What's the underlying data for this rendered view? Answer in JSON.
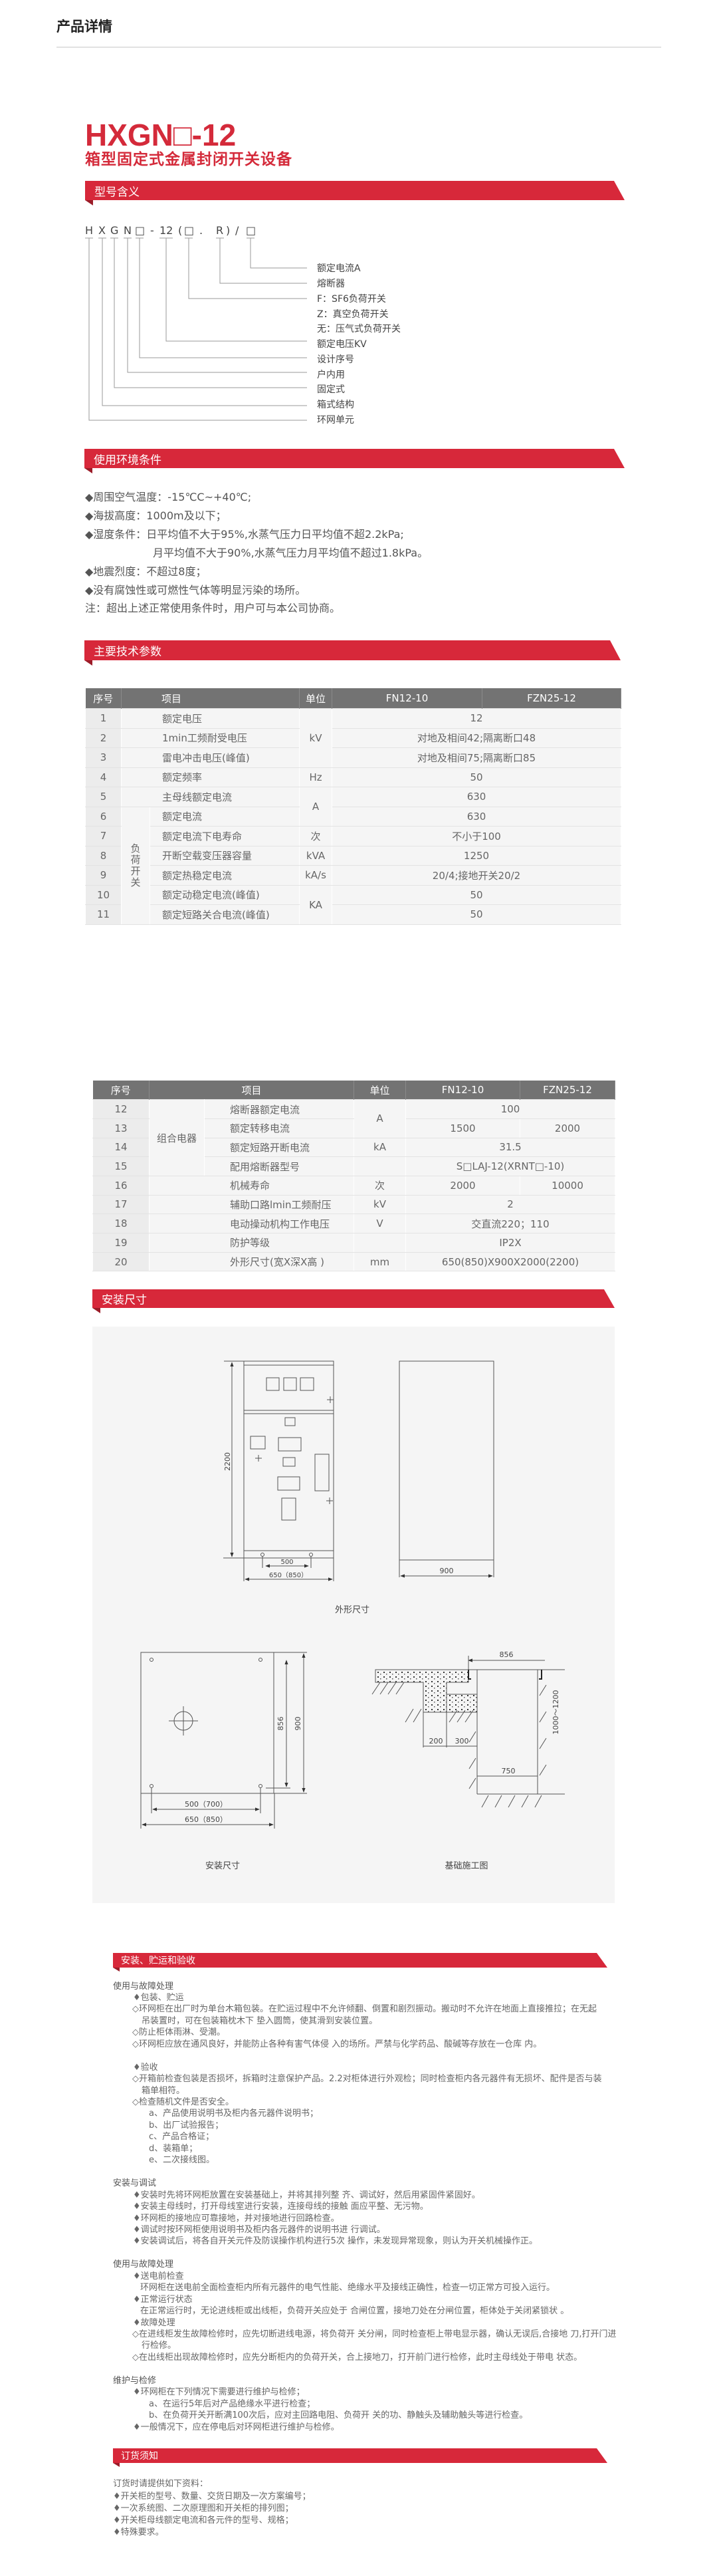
{
  "page_title": "产品详情",
  "product": {
    "model": "HXGN□-12",
    "name": "箱型固定式金属封闭开关设备"
  },
  "colors": {
    "accent": "#d7283a",
    "table_header": "#737373",
    "text": "#666666"
  },
  "sections": {
    "model_meaning": "型号含义",
    "env": "使用环境条件",
    "tech": "主要技术参数",
    "dims": "安装尺寸",
    "install": "安装、贮运和验收",
    "order": "订货须知"
  },
  "model_code": {
    "chars": [
      "H",
      "X",
      "G",
      "N",
      "□",
      "-",
      "12",
      "(",
      "□",
      ".",
      "R",
      ")",
      "/",
      "□"
    ],
    "labels": [
      "额定电流A",
      "熔断器",
      "F：SF6负荷开关",
      "Z：真空负荷开关",
      "无：压气式负荷开关",
      "额定电压KV",
      "设计序号",
      "户内用",
      "固定式",
      "箱式结构",
      "环网单元"
    ]
  },
  "env": {
    "lines": [
      "◆周围空气温度：-15℃C~+40℃;",
      "◆海拔高度：1000m及以下；",
      "◆湿度条件：日平均值不大于95%,水蒸气压力日平均值不超2.2kPa;",
      "月平均值不大于90%,水蒸气压力月平均值不超过1.8kPa。",
      "◆地震烈度：不超过8度；",
      "◆没有腐蚀性或可燃性气体等明显污染的场所。",
      "注：超出上述正常使用条件时，用户可与本公司协商。"
    ]
  },
  "table_headers": [
    "序号",
    "项目",
    "单位",
    "FN12-10",
    "FZN25-12"
  ],
  "table1": {
    "group": "负荷开关",
    "rows": [
      {
        "no": "1",
        "item": "额定电压",
        "unit": "kV",
        "value": "12"
      },
      {
        "no": "2",
        "item": "1min工频耐受电压",
        "value": "对地及相间42;隔离断口48"
      },
      {
        "no": "3",
        "item": "雷电冲击电压(峰值)",
        "value": "对地及相间75;隔离断口85"
      },
      {
        "no": "4",
        "item": "额定频率",
        "unit": "Hz",
        "value": "50"
      },
      {
        "no": "5",
        "item": "主母线额定电流",
        "unit": "A",
        "value": "630"
      },
      {
        "no": "6",
        "item": "额定电流",
        "value": "630"
      },
      {
        "no": "7",
        "item": "额定电流下电寿命",
        "unit": "次",
        "value": "不小于100"
      },
      {
        "no": "8",
        "item": "开断空载变压器容量",
        "unit": "kVA",
        "value": "1250"
      },
      {
        "no": "9",
        "item": "额定热稳定电流",
        "unit": "kA/s",
        "value": "20/4;接地开关20/2"
      },
      {
        "no": "10",
        "item": "额定动稳定电流(峰值)",
        "unit": "KA",
        "value": "50"
      },
      {
        "no": "11",
        "item": "额定短路关合电流(峰值)",
        "value": "50"
      }
    ]
  },
  "table2": {
    "group": "组合电器",
    "rows": [
      {
        "no": "12",
        "item": "熔断器额定电流",
        "unit": "A",
        "value": "100"
      },
      {
        "no": "13",
        "item": "额定转移电流",
        "fn": "1500",
        "fzn": "2000"
      },
      {
        "no": "14",
        "item": "额定短路开断电流",
        "unit": "kA",
        "value": "31.5"
      },
      {
        "no": "15",
        "item": "配用熔断器型号",
        "unit": "",
        "value": "S□LAJ-12(XRNT□-10)"
      },
      {
        "no": "16",
        "item": "机械寿命",
        "unit": "次",
        "fn": "2000",
        "fzn": "10000"
      },
      {
        "no": "17",
        "item": "辅助口路lmin工频耐压",
        "unit": "kV",
        "value": "2"
      },
      {
        "no": "18",
        "item": "电动操动机构工作电压",
        "unit": "V",
        "value": "交直流220；110"
      },
      {
        "no": "19",
        "item": "防护等级",
        "unit": "",
        "value": "IP2X"
      },
      {
        "no": "20",
        "item": "外形尺寸(宽X深X高 )",
        "unit": "mm",
        "value": "650(850)X900X2000(2200)"
      }
    ]
  },
  "drawings": {
    "front_height": "2200",
    "front_holes": "500",
    "front_width": "650（850）",
    "side_depth": "900",
    "caption_outline": "外形尺寸",
    "plan_856": "856",
    "plan_900": "900",
    "plan_holes": "500（700）",
    "plan_width": "650（850）",
    "caption_plan": "安装尺寸",
    "found_856": "856",
    "found_200": "200",
    "found_300": "300",
    "found_750": "750",
    "found_depth": "1000～1200",
    "caption_foundation": "基础施工图"
  },
  "install": {
    "lines": [
      {
        "kind": "h",
        "text": "使用与故障处理"
      },
      {
        "kind": "b",
        "text": "♦包装、贮运"
      },
      {
        "kind": "d",
        "text": "◇环网柜在出厂时为单台木箱包装。在贮运过程中不允许倾翻、倒置和剧烈振动。搬动时不允许在地面上直接推拉；在无起"
      },
      {
        "kind": "c",
        "text": "吊装置时，可在包装箱枕木下 垫入圆筒，使其滑到安装位置。"
      },
      {
        "kind": "d",
        "text": "◇防止柜体雨淋、受潮。"
      },
      {
        "kind": "d",
        "text": "◇环网柜应放在通风良好，并能防止各种有害气体侵 入的场所。严禁与化学药品、酸碱等存放在一仓库 内。"
      },
      {
        "kind": "blank",
        "text": ""
      },
      {
        "kind": "b",
        "text": "♦验收"
      },
      {
        "kind": "d",
        "text": "◇开箱前检查包装是否损坏，拆箱时注意保护产品。2.2对柜体进行外观检；同时检查柜内各元器件有无损坏、配件是否与装"
      },
      {
        "kind": "c",
        "text": "箱单相符。"
      },
      {
        "kind": "d",
        "text": "◇检查随机文件是否安全。"
      },
      {
        "kind": "i",
        "text": "a、产品使用说明书及柜内各元器件说明书；"
      },
      {
        "kind": "i",
        "text": "b、出厂试验报告；"
      },
      {
        "kind": "i",
        "text": "c、产品合格证；"
      },
      {
        "kind": "i",
        "text": "d、装箱单；"
      },
      {
        "kind": "i",
        "text": "e、二次接线图。"
      },
      {
        "kind": "blank",
        "text": ""
      },
      {
        "kind": "h",
        "text": "安装与调试"
      },
      {
        "kind": "b",
        "text": "♦安装时先将环网柜放置在安装基础上，并将其排列整 齐、调试好，然后用紧固件紧固好。"
      },
      {
        "kind": "b",
        "text": "♦安装主母线时，打开母线室进行安装，连接母线的接触 面应平整、无污物。"
      },
      {
        "kind": "b",
        "text": "♦环网柜的接地应可靠接地，并对接地进行回路检查。"
      },
      {
        "kind": "b",
        "text": "♦调试时按环网柜使用说明书及柜内各元器件的说明书进 行调试。"
      },
      {
        "kind": "b",
        "text": "♦安装调试后，将各自开关元件及防误操作机构进行5次 操作，未发现异常现象，则认为开关机械操作正。"
      },
      {
        "kind": "blank",
        "text": ""
      },
      {
        "kind": "h",
        "text": "使用与故障处理"
      },
      {
        "kind": "b",
        "text": "♦送电前检查"
      },
      {
        "kind": "p",
        "text": "环网柜在送电前全面检查柜内所有元器件的电气性能、绝缘水平及接线正确性，检查一切正常方可投入运行。"
      },
      {
        "kind": "b",
        "text": "♦正常运行状态"
      },
      {
        "kind": "p",
        "text": "在正常运行时，无论进线柜或出线柜，负荷开关应处于 合闸位置，接地刀处在分闸位置，柜体处于关闭紧锁状 。"
      },
      {
        "kind": "b",
        "text": "♦故障处理"
      },
      {
        "kind": "d",
        "text": "◇在进线柜发生故障检修时，应先切断进线电源，将负荷开 关分闸，同时检查柜上带电显示器，确认无误后,合接地 刀,打开门进"
      },
      {
        "kind": "c",
        "text": "行检修。"
      },
      {
        "kind": "d",
        "text": "◇在出线柜出现故障检修时，应先分断柜内的负荷开关，合上接地刀，打开前门进行检修，此时主母线处于带电 状态。"
      },
      {
        "kind": "blank",
        "text": ""
      },
      {
        "kind": "h",
        "text": "维护与检修"
      },
      {
        "kind": "b",
        "text": "♦环网柜在下列情况下需要进行维护与检修；"
      },
      {
        "kind": "i",
        "text": "a、在运行5年后对产品绝缘水平进行检查；"
      },
      {
        "kind": "i",
        "text": "b、在负荷开关开断满100次后，应对主回路电阻、负荷开 关的功、静触头及辅助触头等进行检查。"
      },
      {
        "kind": "b",
        "text": "♦一般情况下，应在停电后对环网柜进行维护与检修。"
      }
    ]
  },
  "order": {
    "lines": [
      "订货时请提供如下资料：",
      "♦开关柜的型号、数量、交货日期及一次方案编号；",
      "♦一次系统图、二次原理图和开关柜的排列图；",
      "♦开关柜母线额定电流和各元件的型号、规格；",
      "♦特殊要求。"
    ]
  }
}
